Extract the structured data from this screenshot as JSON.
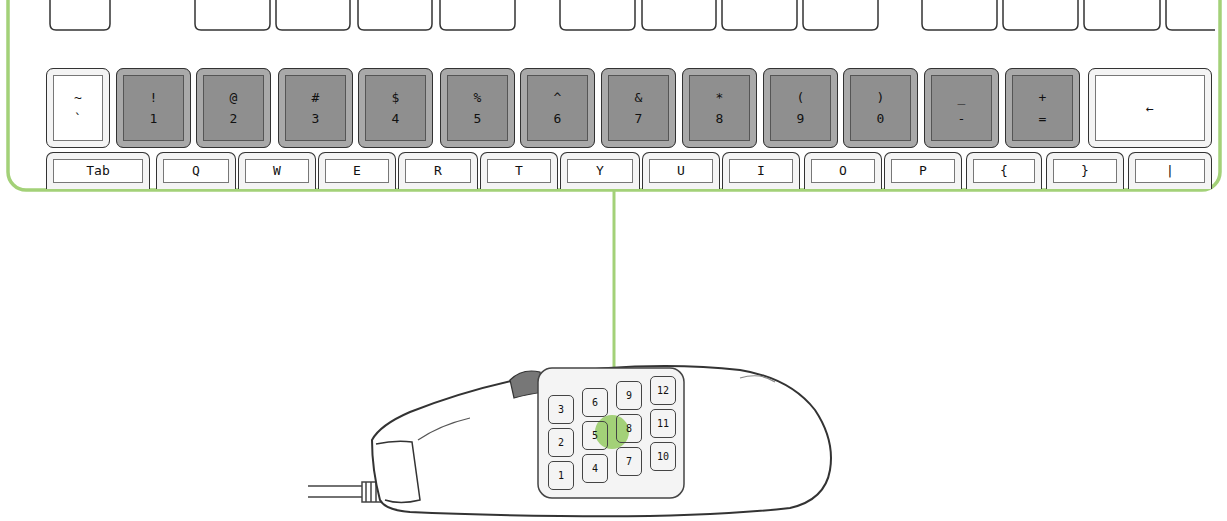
{
  "diagram": {
    "nodes": [
      {
        "text": [
          "~",
          "`"
        ]
      },
      {
        "text": [
          "!",
          "1"
        ]
      },
      {
        "text": [
          "@",
          "2"
        ]
      },
      {
        "text": [
          "#",
          "3"
        ]
      },
      {
        "text": [
          "$",
          "4"
        ]
      },
      {
        "text": [
          "%",
          "5"
        ]
      },
      {
        "text": [
          "^",
          "6"
        ]
      },
      {
        "text": [
          "&",
          "7"
        ]
      },
      {
        "text": [
          "*",
          "8"
        ]
      },
      {
        "text": [
          "(",
          "9"
        ]
      },
      {
        "text": [
          ")",
          "0"
        ]
      },
      {
        "text": [
          "_",
          "-"
        ]
      },
      {
        "text": [
          "+",
          "="
        ]
      },
      {
        "text": [
          "←"
        ]
      },
      {
        "text": [
          "Tab"
        ]
      },
      {
        "text": [
          "Q"
        ]
      },
      {
        "text": [
          "W"
        ]
      },
      {
        "text": [
          "E"
        ]
      },
      {
        "text": [
          "R"
        ]
      },
      {
        "text": [
          "T"
        ]
      },
      {
        "text": [
          "Y"
        ]
      },
      {
        "text": [
          "U"
        ]
      },
      {
        "text": [
          "I"
        ]
      },
      {
        "text": [
          "O"
        ]
      },
      {
        "text": [
          "P"
        ]
      },
      {
        "text": [
          "{"
        ]
      },
      {
        "text": [
          "}"
        ]
      },
      {
        "text": [
          "|"
        ]
      },
      {
        "text": [
          "1"
        ]
      },
      {
        "text": [
          "2"
        ]
      },
      {
        "text": [
          "3"
        ]
      },
      {
        "text": [
          "4"
        ]
      },
      {
        "text": [
          "5"
        ]
      },
      {
        "text": [
          "6"
        ]
      },
      {
        "text": [
          "7"
        ]
      },
      {
        "text": [
          "8"
        ]
      },
      {
        "text": [
          "9"
        ]
      },
      {
        "text": [
          "10"
        ]
      },
      {
        "text": [
          "11"
        ]
      },
      {
        "text": [
          "12"
        ]
      }
    ]
  }
}
